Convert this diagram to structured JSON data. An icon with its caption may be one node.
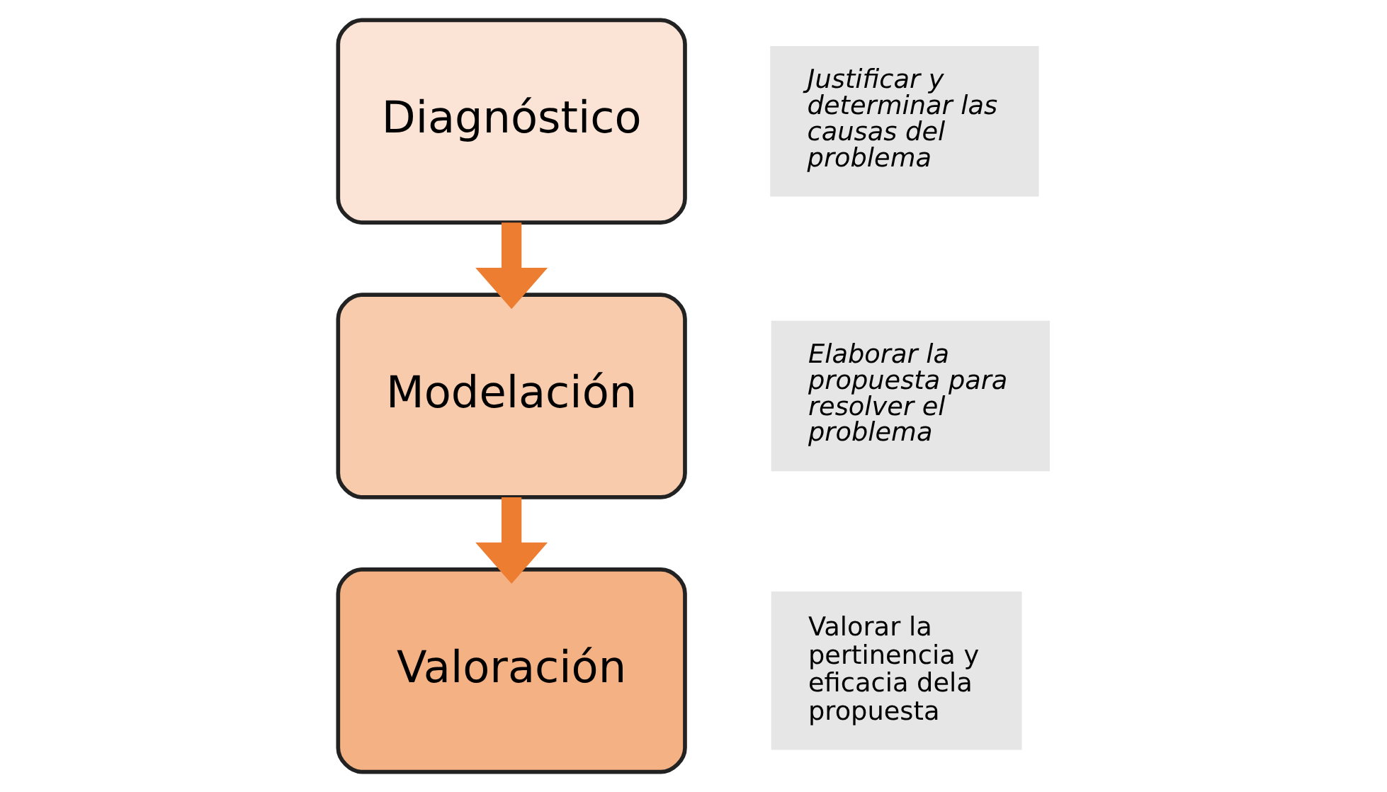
{
  "diagram": {
    "nodes": [
      {
        "text": [
          "Diagnóstico"
        ]
      },
      {
        "text": [
          "Justificar y determinar las causas del problema"
        ]
      },
      {
        "text": [
          "Modelación"
        ]
      },
      {
        "text": [
          "Elaborar la propuesta para resolver el problema"
        ]
      },
      {
        "text": [
          "Valoración"
        ]
      },
      {
        "text": [
          "Valorar la pertinencia y eficacia dela propuesta"
        ]
      }
    ],
    "edges": [
      {
        "from": 0,
        "to": 2,
        "arrow": "to"
      },
      {
        "from": 2,
        "to": 4,
        "arrow": "to"
      }
    ]
  }
}
